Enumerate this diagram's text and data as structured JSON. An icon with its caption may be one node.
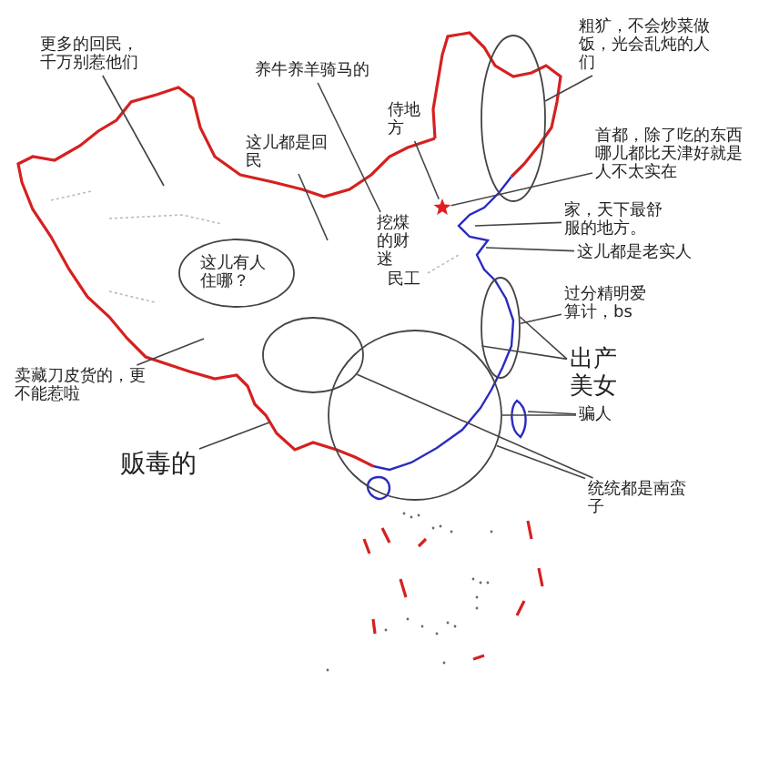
{
  "diagram": {
    "nodes": [
      {
        "text": [
          "更多的回民，千万别惹他们"
        ]
      },
      {
        "text": [
          "养牛养羊骑马的"
        ]
      },
      {
        "text": [
          "这儿都是回民"
        ]
      },
      {
        "text": [
          "侍地方"
        ]
      },
      {
        "text": [
          "挖煤的财迷"
        ]
      },
      {
        "text": [
          "民工"
        ]
      },
      {
        "text": [
          "粗犷，不会炒菜做饭，光会乱炖的人们"
        ]
      },
      {
        "text": [],
        "shape": "ellipse"
      },
      {
        "text": [
          "首都，除了吃的东西哪儿都比天津好就是人不太实在"
        ]
      },
      {
        "text": [],
        "shape": "star"
      },
      {
        "text": [
          "家，天下最舒服的地方。"
        ]
      },
      {
        "text": [
          "这儿都是老实人"
        ]
      },
      {
        "text": [
          "这儿有人住哪？"
        ]
      },
      {
        "text": [],
        "shape": "ellipse"
      },
      {
        "text": [
          "卖藏刀皮货的，更不能惹啦"
        ]
      },
      {
        "text": [
          "贩毒的"
        ]
      },
      {
        "text": [
          "过分精明爱算计，bs"
        ]
      },
      {
        "text": [],
        "shape": "ellipse"
      },
      {
        "text": [
          "出产美女"
        ]
      },
      {
        "text": [
          "骗人"
        ]
      },
      {
        "text": [],
        "shape": "ellipse"
      },
      {
        "text": [
          "统统都是南蛮子"
        ]
      }
    ],
    "edges": [
      {
        "from": 0,
        "to": null,
        "arrow": "none"
      },
      {
        "from": 1,
        "to": 4,
        "arrow": "none"
      },
      {
        "from": 2,
        "to": null,
        "arrow": "none"
      },
      {
        "from": 3,
        "to": 9,
        "arrow": "none"
      },
      {
        "from": 6,
        "to": 7,
        "arrow": "none"
      },
      {
        "from": 8,
        "to": 9,
        "arrow": "none"
      },
      {
        "from": 10,
        "to": null,
        "arrow": "none"
      },
      {
        "from": 11,
        "to": null,
        "arrow": "none"
      },
      {
        "from": 14,
        "to": null,
        "arrow": "none"
      },
      {
        "from": 15,
        "to": null,
        "arrow": "none"
      },
      {
        "from": 16,
        "to": 17,
        "arrow": "none"
      },
      {
        "from": 18,
        "to": 17,
        "arrow": "none"
      },
      {
        "from": 18,
        "to": 17,
        "arrow": "none"
      },
      {
        "from": 19,
        "to": null,
        "arrow": "none"
      },
      {
        "from": 19,
        "to": 20,
        "arrow": "none"
      },
      {
        "from": 21,
        "to": 13,
        "arrow": "none"
      },
      {
        "from": 21,
        "to": 20,
        "arrow": "none"
      }
    ]
  }
}
